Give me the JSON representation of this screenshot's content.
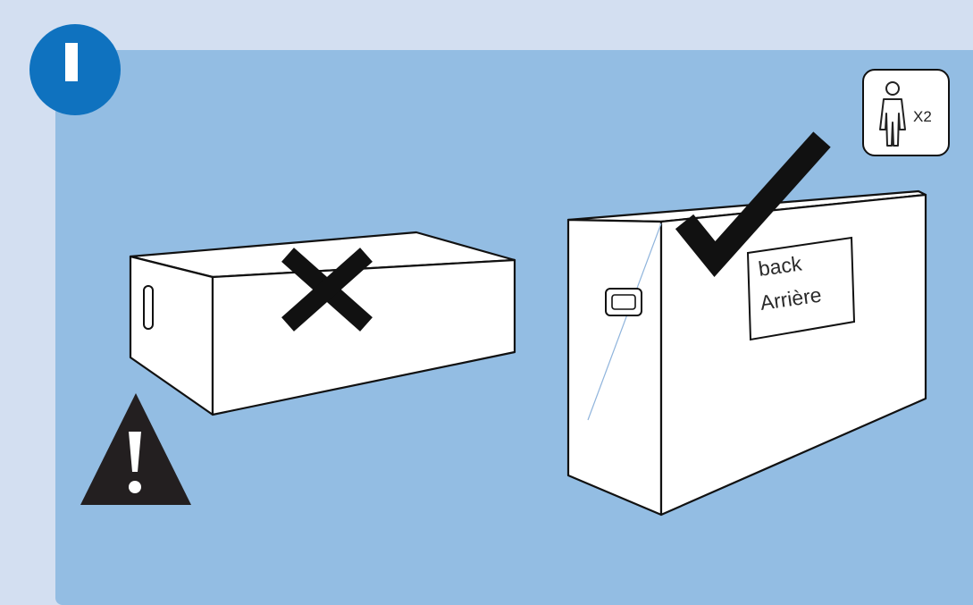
{
  "step": {
    "number": "I",
    "color": "#0f72bf"
  },
  "colors": {
    "page_background": "#d3dff1",
    "panel": "#93bde3",
    "stroke": "#111111",
    "box_fill": "#ffffff"
  },
  "people": {
    "icon": "person-icon",
    "count": "X2"
  },
  "box_label": {
    "line1": "back",
    "line2": "Arrière"
  },
  "icons": {
    "wrong": "cross-icon",
    "right": "checkmark-icon",
    "warning": "warning-triangle-icon",
    "handle": "handle-icon"
  }
}
